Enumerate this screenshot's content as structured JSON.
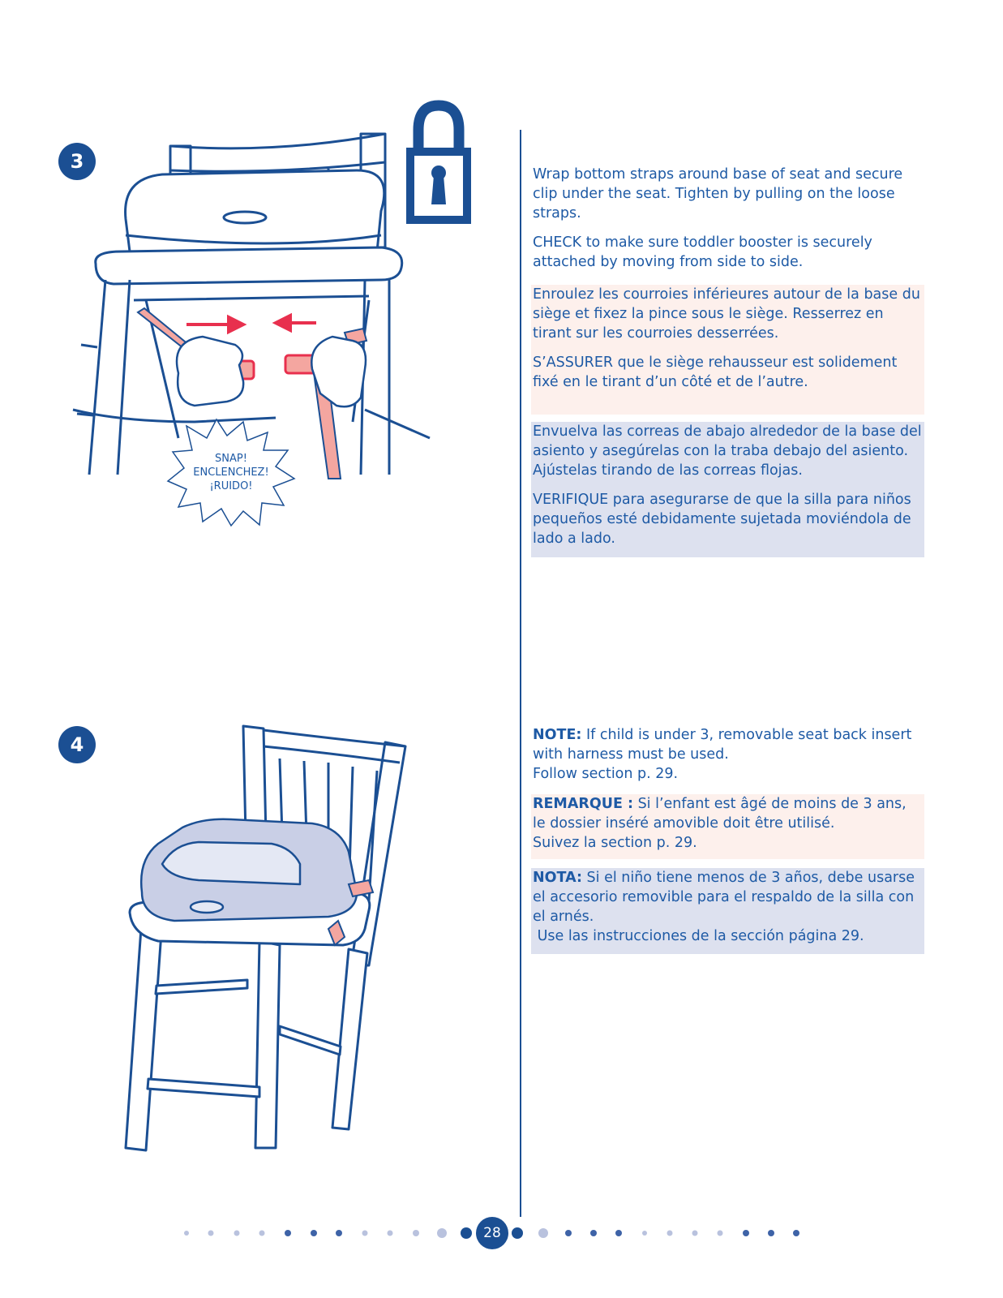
{
  "step3": {
    "number": "3",
    "snap_label_1": "SNAP!",
    "snap_label_2": "ENCLENCHEZ!",
    "snap_label_3": "¡RUIDO!",
    "en_p1": "Wrap bottom straps around base of seat and secure clip under the seat.  Tighten by pulling on the loose straps.",
    "en_p2": "CHECK to make sure toddler booster is securely attached by moving from side to side.",
    "fr_p1": "Enroulez les courroies inférieures autour de la base du siège et fixez la pince sous le siège. Resserrez en tirant sur les courroies desserrées.",
    "fr_p2": "S’ASSURER que le siège rehausseur est solidement fixé en le tirant d’un côté et de l’autre.",
    "es_p1": "Envuelva las correas de abajo alrededor de la base del asiento y asegúrelas con la traba debajo del asiento. Ajústelas tirando de las correas flojas.",
    "es_p2": "VERIFIQUE para asegurarse de que la silla para niños pequeños esté debidamente sujetada moviéndola de lado a lado."
  },
  "step4": {
    "number": "4",
    "en_label": "NOTE:",
    "en_text": " If child is under 3, removable seat back insert with harness must be used.",
    "en_follow": "Follow section p. 29.",
    "fr_label": "REMARQUE :",
    "fr_text": " Si l’enfant est âgé de moins de 3 ans, le dossier inséré amovible doit être utilisé.",
    "fr_follow": "Suivez la section p. 29.",
    "es_label": "NOTA:",
    "es_text": " Si el niño tiene menos de 3 años, debe usarse el accesorio removible para el respaldo de la silla con el arnés.",
    "es_follow": " Use las instrucciones de la sección página 29."
  },
  "footer": {
    "page_number": "28"
  },
  "colors": {
    "navy": "#1b4f93",
    "text_blue": "#1e5aa5",
    "fr_bg": "#fdf0ec",
    "es_bg": "#dde1ef",
    "strap_pink": "#f4a6a0",
    "arrow_red": "#e8304e"
  },
  "icons": [
    "lock-icon",
    "snap-burst-icon"
  ]
}
